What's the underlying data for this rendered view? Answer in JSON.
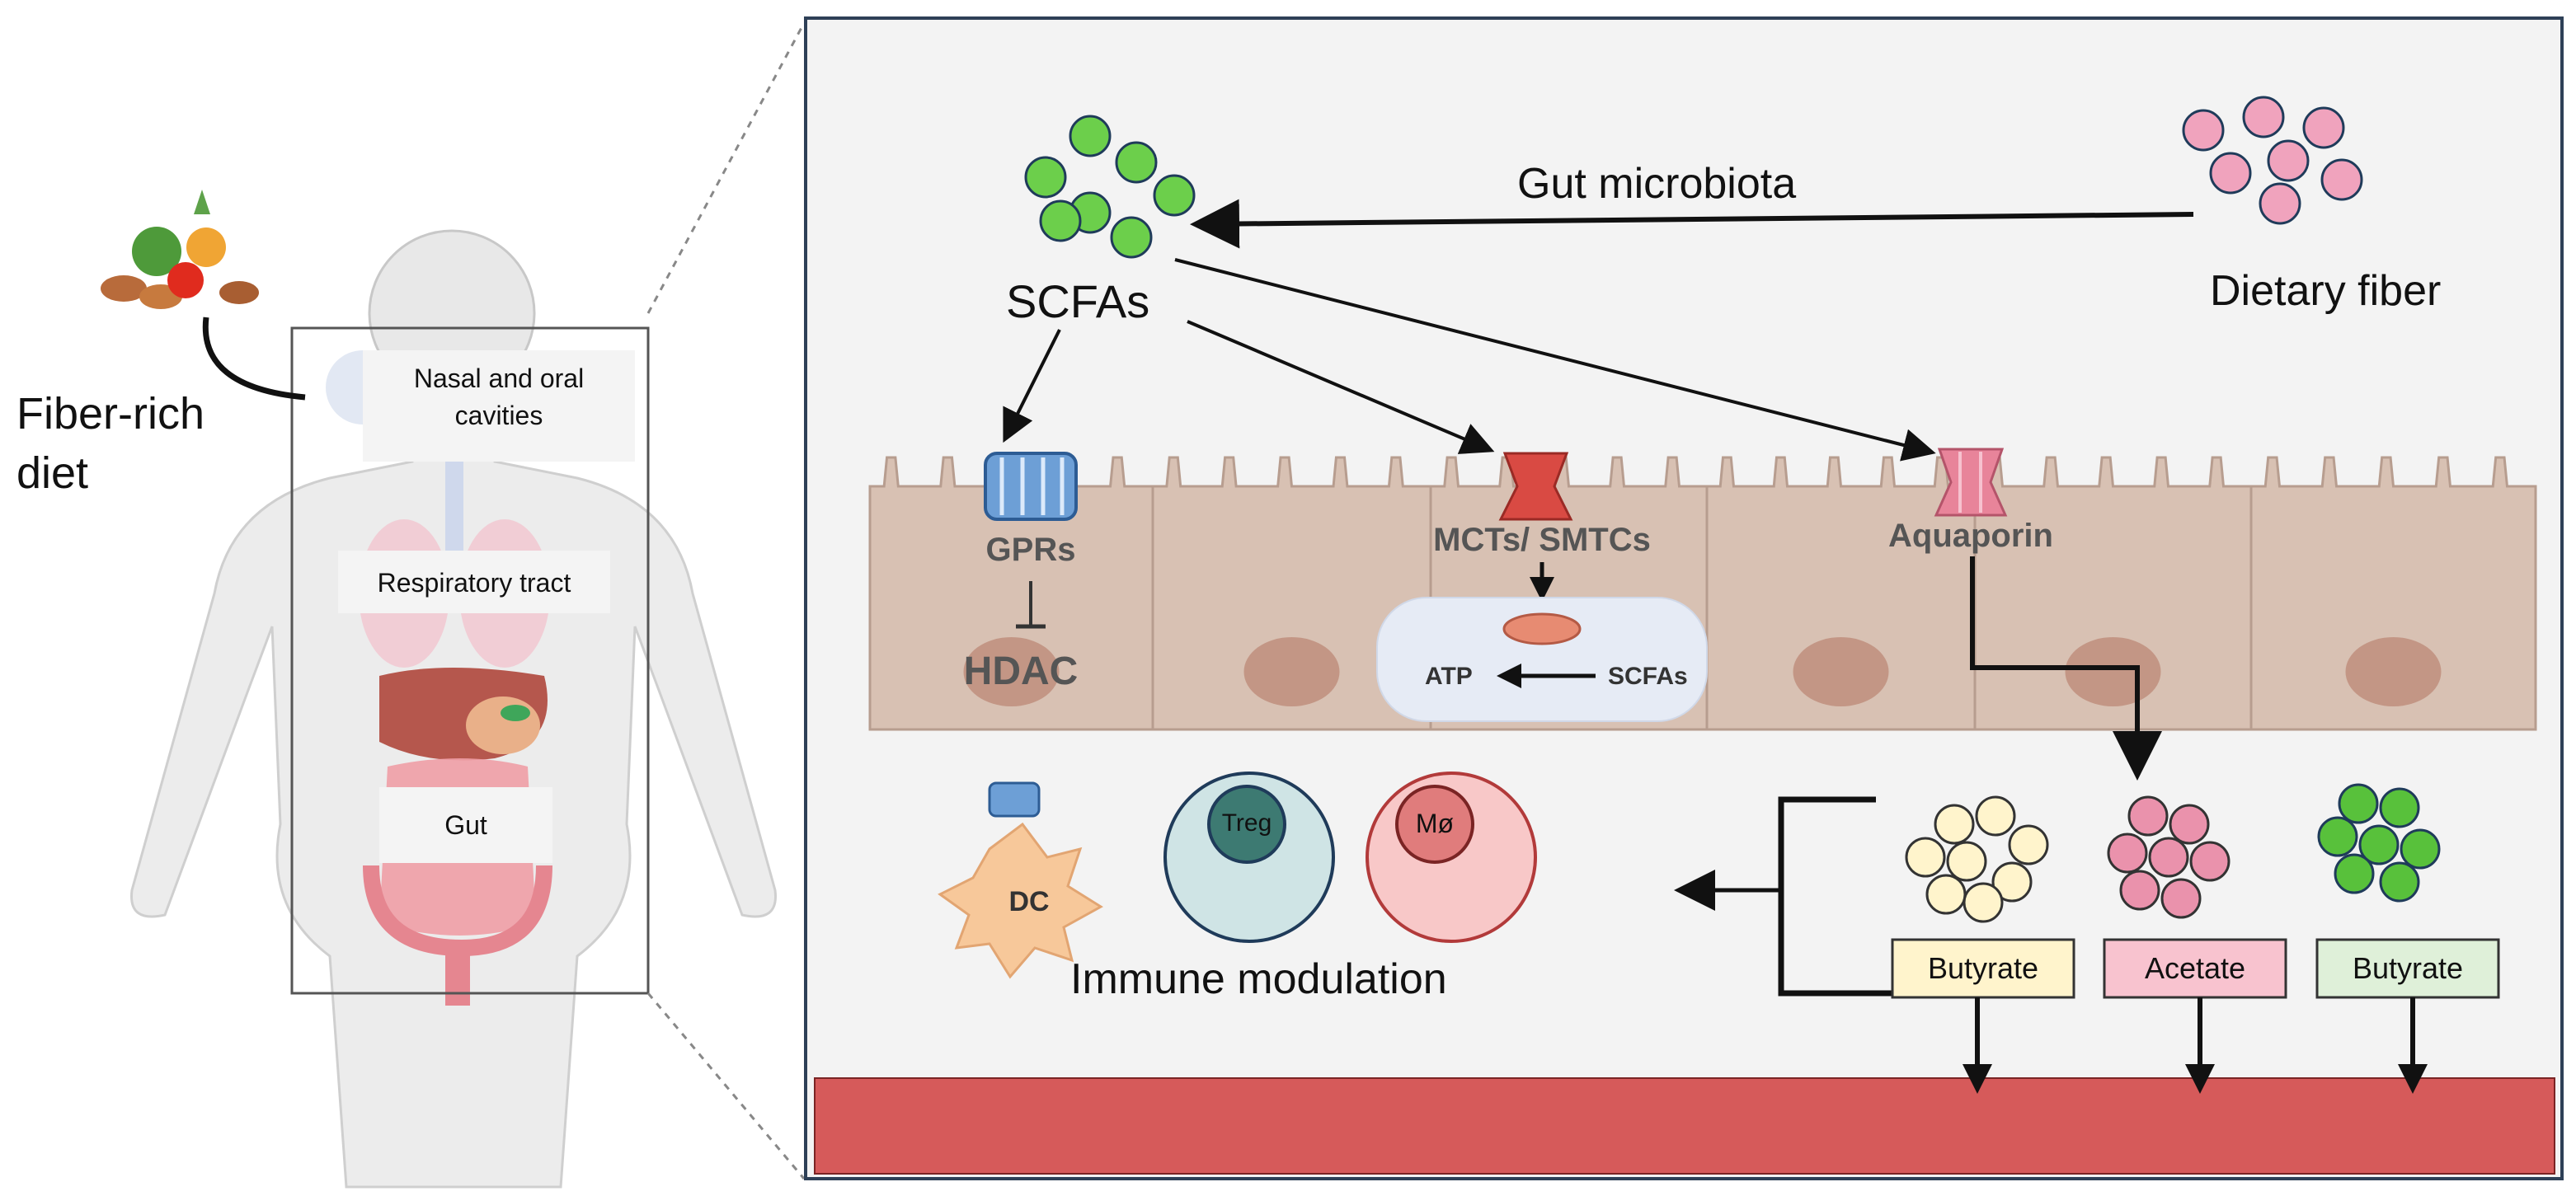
{
  "left_panel": {
    "diet_label_line1": "Fiber-rich",
    "diet_label_line2": "diet",
    "nasal_label_line1": "Nasal and oral",
    "nasal_label_line2": "cavities",
    "respiratory_label": "Respiratory tract",
    "gut_label": "Gut"
  },
  "right_panel": {
    "gut_microbiota_label": "Gut microbiota",
    "scfas_label": "SCFAs",
    "dietary_fiber_label": "Dietary fiber",
    "gprs_label": "GPRs",
    "hdac_label": "HDAC",
    "mcts_label": "MCTs/ SMTCs",
    "atp_label": "ATP",
    "mito_scfas_label": "SCFAs",
    "aquaporin_label": "Aquaporin",
    "dc_label": "DC",
    "treg_label": "Treg",
    "macrophage_label": "Mø",
    "immune_label": "Immune modulation",
    "scfa_boxes": [
      {
        "label": "Butyrate"
      },
      {
        "label": "Acetate"
      },
      {
        "label": "Butyrate"
      }
    ]
  },
  "colors": {
    "panel_bg": "#f3f3f3",
    "panel_border": "#2e4057",
    "scfa_green": "#6ccf4b",
    "fiber_pink": "#f0a3bd",
    "cell_tan": "#d8c1b3",
    "nucleus": "#c39685",
    "gpr_blue": "#6d9fd6",
    "mct_red": "#d94a43",
    "aquaporin_pink": "#e8849a",
    "butyrate_yellow": "#fff4cc",
    "acetate_pink": "#f8c3cf",
    "butyrate_green": "#dff0d9",
    "lumen_red": "#d65a5a"
  }
}
